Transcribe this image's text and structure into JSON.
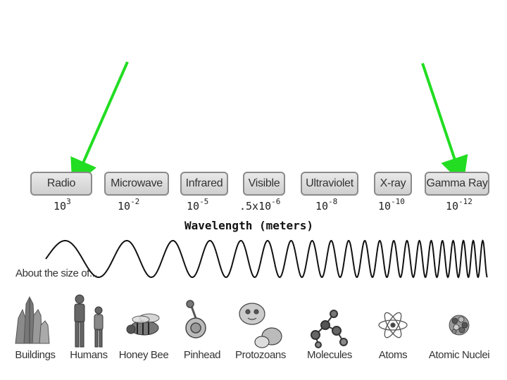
{
  "bands": [
    {
      "name": "Radio",
      "exp_base": "10",
      "exp": "3"
    },
    {
      "name": "Microwave",
      "exp_base": "10",
      "exp": "-2"
    },
    {
      "name": "Infrared",
      "exp_base": "10",
      "exp": "-5"
    },
    {
      "name": "Visible",
      "exp_base": ".5x10",
      "exp": "-6"
    },
    {
      "name": "Ultraviolet",
      "exp_base": "10",
      "exp": "-8"
    },
    {
      "name": "X-ray",
      "exp_base": "10",
      "exp": "-10"
    },
    {
      "name": "Gamma Ray",
      "exp_base": "10",
      "exp": "-12"
    }
  ],
  "axis_title": "Wavelength (meters)",
  "about_label": "About the size of...",
  "objects": [
    {
      "label": "Buildings",
      "icon": "buildings-icon"
    },
    {
      "label": "Humans",
      "icon": "humans-icon"
    },
    {
      "label": "Honey Bee",
      "icon": "honey-bee-icon"
    },
    {
      "label": "Pinhead",
      "icon": "pinhead-icon"
    },
    {
      "label": "Protozoans",
      "icon": "protozoans-icon"
    },
    {
      "label": "Molecules",
      "icon": "molecules-icon"
    },
    {
      "label": "Atoms",
      "icon": "atoms-icon"
    },
    {
      "label": "Atomic Nuclei",
      "icon": "atomic-nuclei-icon"
    }
  ],
  "arrow_color": "#22dd22"
}
